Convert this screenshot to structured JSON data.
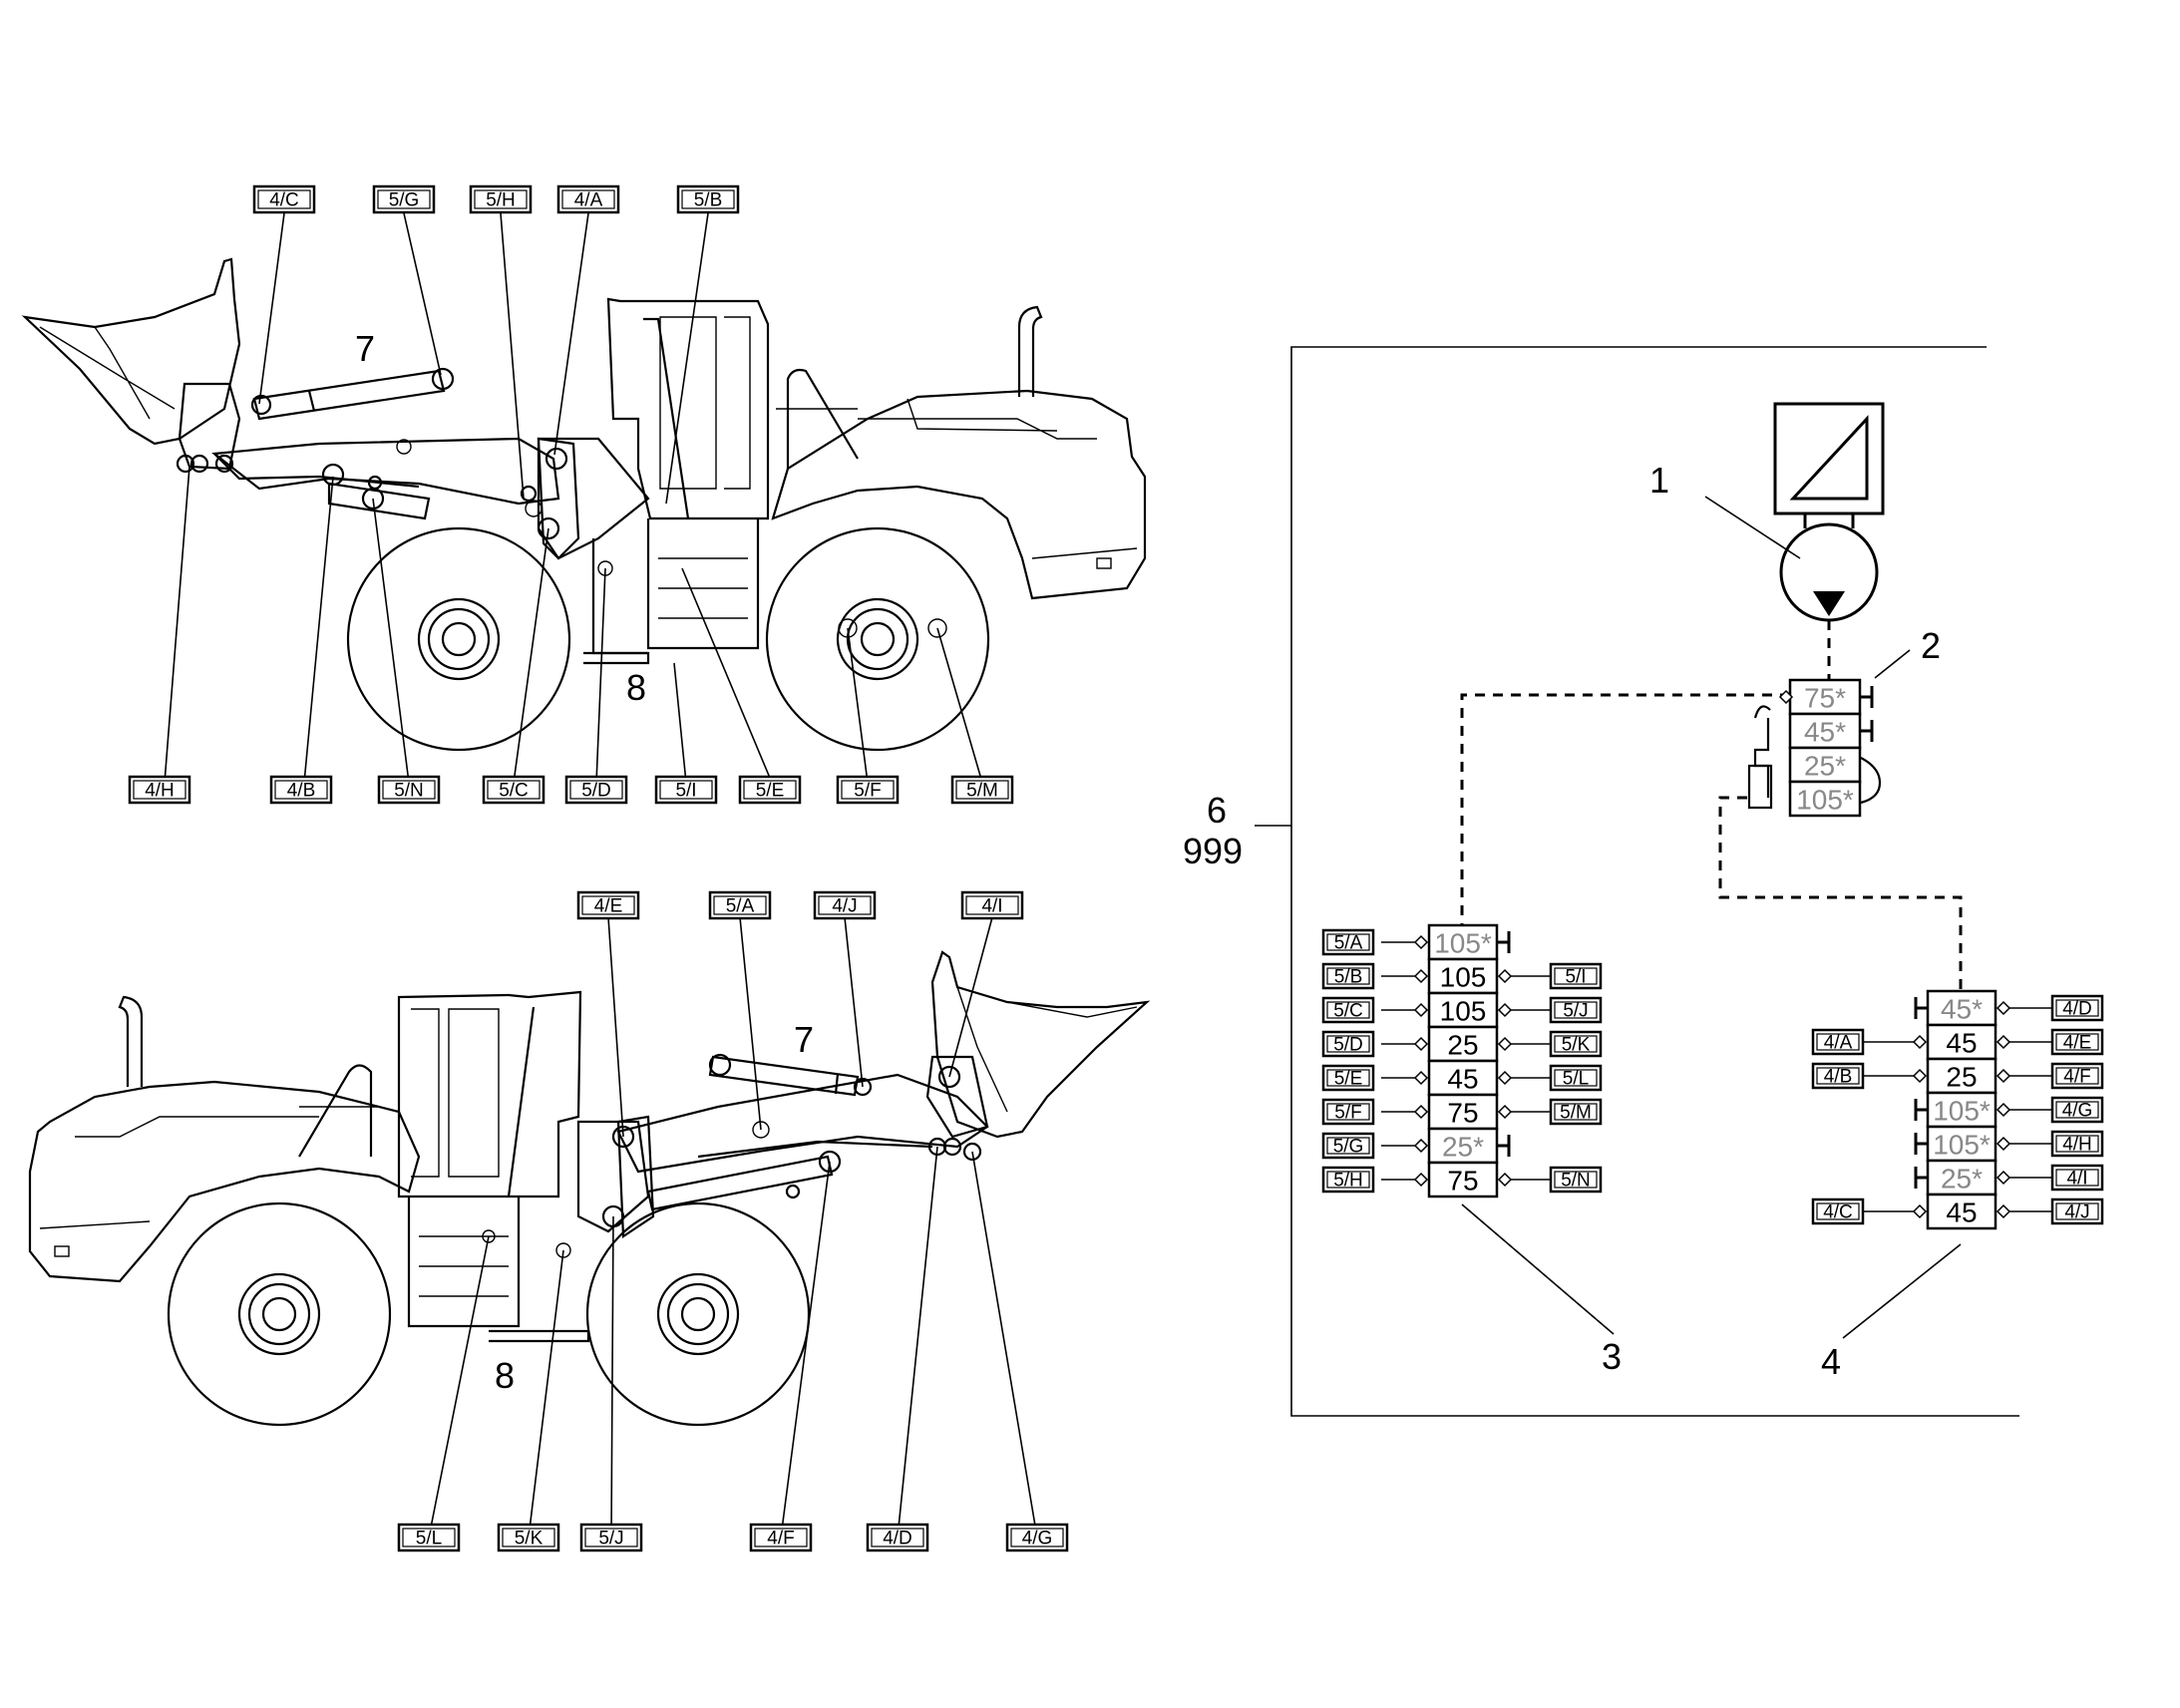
{
  "top_view": {
    "tags_top": [
      "4/C",
      "5/G",
      "5/H",
      "4/A",
      "5/B"
    ],
    "tags_bottom": [
      "4/H",
      "4/B",
      "5/N",
      "5/C",
      "5/D",
      "5/I",
      "5/E",
      "5/F",
      "5/M"
    ],
    "label_boom": "7",
    "label_frame": "8"
  },
  "bottom_view": {
    "tags_top": [
      "4/E",
      "5/A",
      "4/J",
      "4/I"
    ],
    "tags_bottom": [
      "5/L",
      "5/K",
      "5/J",
      "4/F",
      "4/D",
      "4/G"
    ],
    "label_boom": "7",
    "label_frame": "8"
  },
  "schematic": {
    "callout_1": "1",
    "callout_2": "2",
    "callout_3": "3",
    "callout_4": "4",
    "callout_6": "6",
    "callout_999": "999",
    "pump_block": [
      "75*",
      "45*",
      "25*",
      "105*"
    ],
    "block3": {
      "values": [
        "105*",
        "105",
        "105",
        "25",
        "45",
        "75",
        "25*",
        "75"
      ],
      "left_tags": [
        "5/A",
        "5/B",
        "5/C",
        "5/D",
        "5/E",
        "5/F",
        "5/G",
        "5/H"
      ],
      "right_tags": [
        "",
        "5/I",
        "5/J",
        "5/K",
        "5/L",
        "5/M",
        "",
        "5/N"
      ]
    },
    "block4": {
      "values": [
        "45*",
        "45",
        "25",
        "105*",
        "105*",
        "25*",
        "45"
      ],
      "left_tags": [
        "",
        "4/A",
        "4/B",
        "",
        "",
        "",
        "4/C"
      ],
      "right_tags": [
        "4/D",
        "4/E",
        "4/F",
        "4/G",
        "4/H",
        "4/I",
        "4/J"
      ]
    }
  }
}
